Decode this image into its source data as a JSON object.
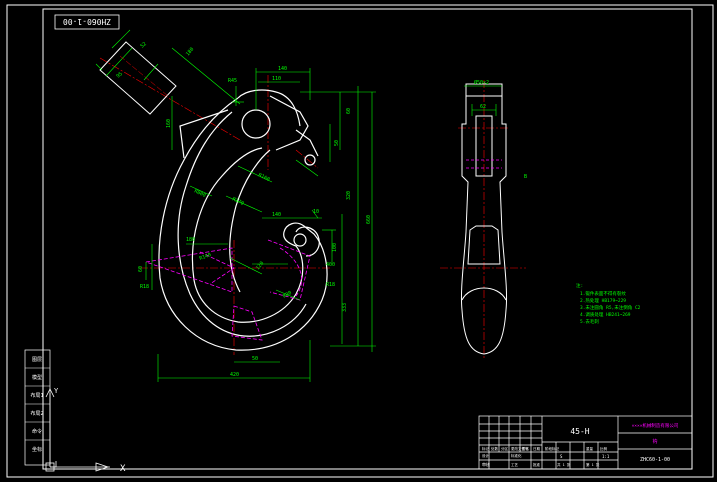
{
  "drawing_number_rotated": "ZH060-1-00",
  "dimensions": {
    "d52": "52",
    "d95": "95",
    "d180": "180",
    "d140_top": "140",
    "d110": "110",
    "d60_right": "60",
    "d160": "160",
    "d50_right": "50",
    "d320": "320",
    "d140_mid": "140",
    "d10": "10",
    "d100": "100",
    "d180_left": "180",
    "d60_left": "60",
    "d50_bottom": "50",
    "d120_center": "120",
    "d400": "400",
    "d420": "420",
    "d333": "333",
    "d660": "660",
    "r45": "R45",
    "r800": "R800",
    "r170": "R170",
    "r160": "R160",
    "r140": "R140",
    "r18_left": "R18",
    "r18_right": "R18",
    "r80": "R80",
    "d62": "62",
    "d_side_top": "Ø50×2"
  },
  "side_view_label": "B",
  "notes": {
    "heading": "注:",
    "lines": [
      "1.锻件表面不得有裂纹",
      "2.热处理 HB179~229",
      "3.未注圆角 R5,未注倒角 C2",
      "4.调质处理 HB241~269",
      "5.去毛刺"
    ]
  },
  "title_block": {
    "material": "45-H",
    "company": "××××机械制造有限公司",
    "part_name": "钩",
    "drawing_no": "ZHC60-1-00",
    "row_a": [
      "标记",
      "处数",
      "分区",
      "更改文件号",
      "签名",
      "日期"
    ],
    "row_b": [
      "设计",
      "",
      "标准化",
      "",
      "阶段标记",
      "重量",
      "比例"
    ],
    "row_c": [
      "审核",
      "",
      "",
      "",
      "S",
      "",
      "1:1"
    ],
    "row_d": [
      "工艺",
      "",
      "批准",
      "",
      "共 1 张",
      "第 1 张"
    ]
  },
  "layer_panel": {
    "items": [
      "图层",
      "模型",
      "布局1",
      "布局2",
      "命令",
      "坐标"
    ]
  },
  "ucs": {
    "x_label": "X",
    "y_label": "Y"
  },
  "colors": {
    "background": "#000000",
    "border": "#ffffff",
    "outline": "#ffffff",
    "dimension": "#00ff00",
    "center_line": "#ff0000",
    "hidden": "#ff00ff",
    "text_cyan": "#00ffff"
  }
}
